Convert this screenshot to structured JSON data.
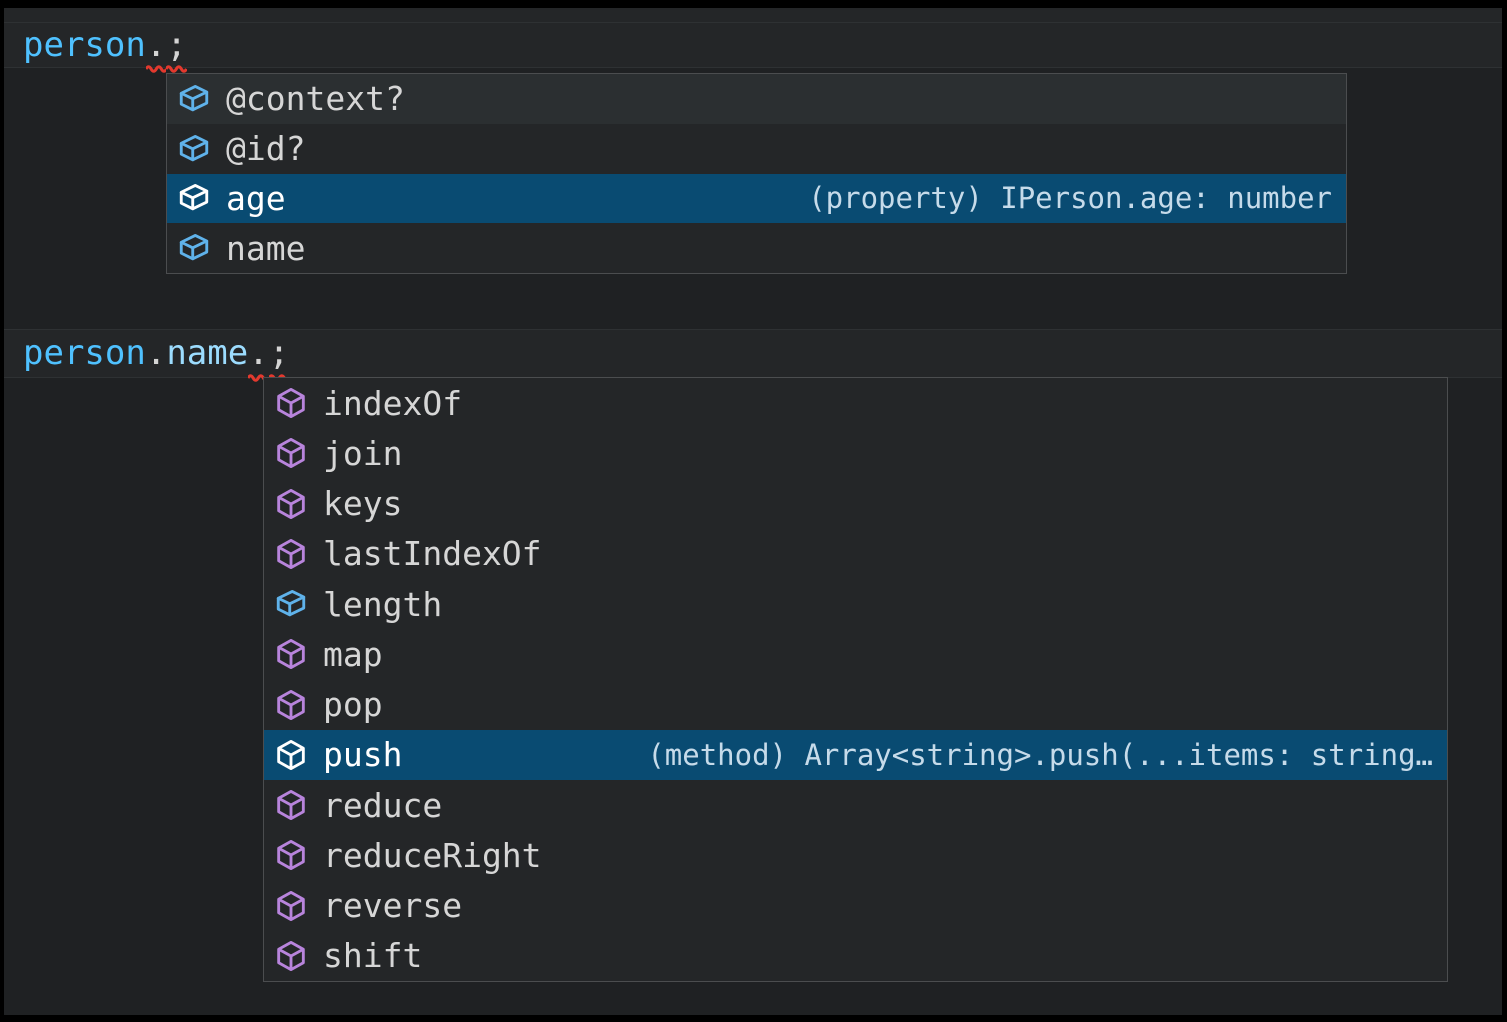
{
  "colors": {
    "editor_background": "#1f2123",
    "line_highlight": "#242628",
    "popup_background": "#242628",
    "popup_border": "#4b4d4f",
    "selection_blue": "#094b72",
    "hover_row": "#2b2f31",
    "token_const_variable": "#4FC1FF",
    "token_property": "#9CDCFE",
    "token_punctuation": "#d4d4d4",
    "squiggle_red": "#e3392e",
    "field_icon_blue": "#5FB2EA",
    "method_icon_purple": "#B884DC",
    "item_text": "#d6d6d6",
    "selected_item_text": "#ffffff",
    "detail_text": "#c6dbea"
  },
  "code_line_1": {
    "variable": "person",
    "dot": ".",
    "semicolon": ";"
  },
  "code_line_2": {
    "variable": "person",
    "dot1": ".",
    "property": "name",
    "dot2": ".",
    "semicolon": ";"
  },
  "suggest_popup_1": {
    "items": [
      {
        "label": "@context?",
        "kind": "field"
      },
      {
        "label": "@id?",
        "kind": "field"
      },
      {
        "label": "age",
        "kind": "field",
        "selected": true,
        "detail": "(property) IPerson.age: number"
      },
      {
        "label": "name",
        "kind": "field"
      }
    ]
  },
  "suggest_popup_2": {
    "items": [
      {
        "label": "indexOf",
        "kind": "method"
      },
      {
        "label": "join",
        "kind": "method"
      },
      {
        "label": "keys",
        "kind": "method"
      },
      {
        "label": "lastIndexOf",
        "kind": "method"
      },
      {
        "label": "length",
        "kind": "field"
      },
      {
        "label": "map",
        "kind": "method"
      },
      {
        "label": "pop",
        "kind": "method"
      },
      {
        "label": "push",
        "kind": "method",
        "selected": true,
        "detail": "(method) Array<string>.push(...items: string…"
      },
      {
        "label": "reduce",
        "kind": "method"
      },
      {
        "label": "reduceRight",
        "kind": "method"
      },
      {
        "label": "reverse",
        "kind": "method"
      },
      {
        "label": "shift",
        "kind": "method"
      }
    ]
  }
}
